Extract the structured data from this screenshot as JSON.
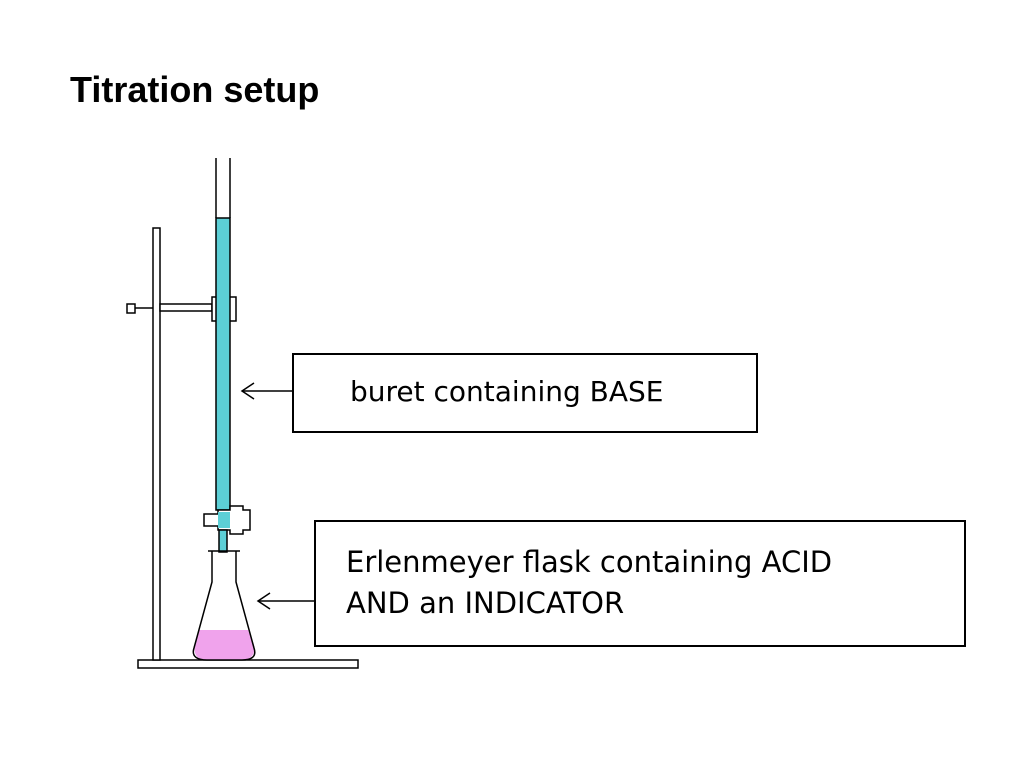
{
  "slide": {
    "title": "Titration setup"
  },
  "labels": {
    "buret": "buret containing BASE",
    "flask_line1": "Erlenmeyer flask containing ACID",
    "flask_line2": "AND an INDICATOR"
  },
  "colors": {
    "base_solution": "#5ccfd6",
    "indicator_solution": "#f0a3ec",
    "line": "#000000",
    "background": "#ffffff"
  }
}
